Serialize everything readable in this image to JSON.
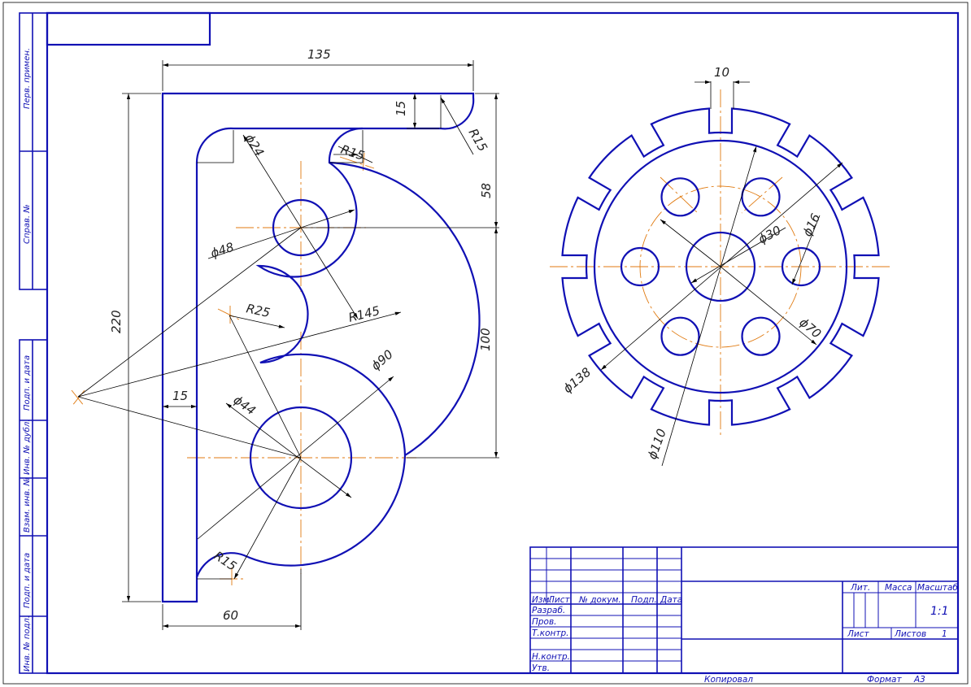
{
  "dimensions": {
    "d135": "135",
    "d15_top": "15",
    "r15_top": "R15",
    "d58": "58",
    "d24": "ϕ24",
    "r15_mid": "R15",
    "d48": "ϕ48",
    "r25": "R25",
    "r145": "R145",
    "d90": "ϕ90",
    "d220": "220",
    "d100": "100",
    "d15_left": "15",
    "d44": "ϕ44",
    "r15_bot": "R15",
    "d60": "60"
  },
  "flange": {
    "d10": "10",
    "d30": "ϕ30",
    "d16": "ϕ16",
    "d70": "ϕ70",
    "d138": "ϕ138",
    "d110": "ϕ110"
  },
  "side_stamps": {
    "perv_primen": "Перв. примен.",
    "sprav_no": "Справ. №",
    "podp_data_1": "Подп. и дата",
    "inv_dubl": "Инв. № дубл.",
    "vzam_inv": "Взам. инв. №",
    "podp_data_2": "Подп. и дата",
    "inv_podl": "Инв. № подл."
  },
  "title_block": {
    "izm": "Изм.",
    "list": "Лист",
    "dokum": "№ докум.",
    "podp": "Подп.",
    "data": "Дата",
    "razrab": "Разраб.",
    "prov": "Пров.",
    "tkontr": "Т.контр.",
    "nkontr": "Н.контр.",
    "utv": "Утв.",
    "lit": "Лит.",
    "massa": "Масса",
    "masshtab": "Масштаб",
    "scale_value": "1:1",
    "sheet": "Лист",
    "sheets": "Листов",
    "sheets_value": "1",
    "kopiroval": "Копировал",
    "format": "Формат",
    "format_value": "А3"
  }
}
